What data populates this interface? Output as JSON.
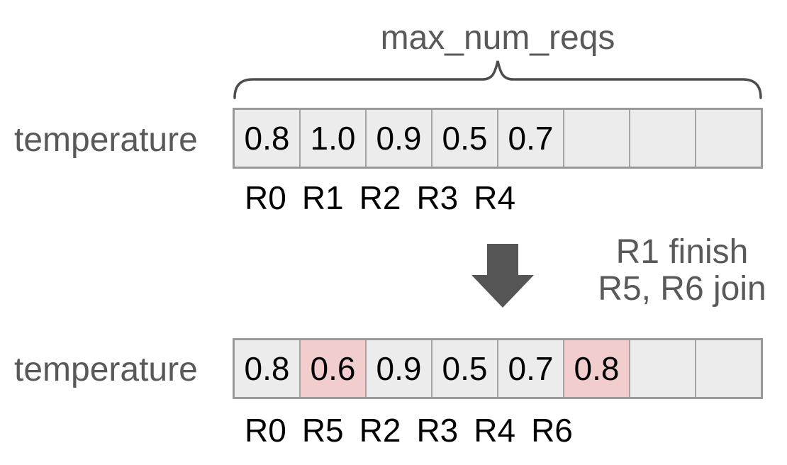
{
  "brace": {
    "label": "max_num_reqs"
  },
  "colors": {
    "cell_bg": "#ececec",
    "cell_highlight": "#f1cecd",
    "inner_border": "#a3a3a3",
    "outer_border": "#999999",
    "gray_text": "#595959",
    "brace_stroke": "#4d4d4d",
    "arrow_fill": "#555555"
  },
  "top_row": {
    "label": "temperature",
    "cells": [
      {
        "value": "0.8",
        "highlight": false
      },
      {
        "value": "1.0",
        "highlight": false
      },
      {
        "value": "0.9",
        "highlight": false
      },
      {
        "value": "0.5",
        "highlight": false
      },
      {
        "value": "0.7",
        "highlight": false
      },
      {
        "value": "",
        "highlight": false
      },
      {
        "value": "",
        "highlight": false
      },
      {
        "value": "",
        "highlight": false
      }
    ],
    "req_labels": [
      "R0",
      "R1",
      "R2",
      "R3",
      "R4"
    ]
  },
  "transition": {
    "arrow_icon": "down-arrow",
    "lines": [
      "R1 finish",
      "R5, R6 join"
    ]
  },
  "bottom_row": {
    "label": "temperature",
    "cells": [
      {
        "value": "0.8",
        "highlight": false
      },
      {
        "value": "0.6",
        "highlight": true
      },
      {
        "value": "0.9",
        "highlight": false
      },
      {
        "value": "0.5",
        "highlight": false
      },
      {
        "value": "0.7",
        "highlight": false
      },
      {
        "value": "0.8",
        "highlight": true
      },
      {
        "value": "",
        "highlight": false
      },
      {
        "value": "",
        "highlight": false
      }
    ],
    "req_labels": [
      "R0",
      "R5",
      "R2",
      "R3",
      "R4",
      "R6"
    ]
  }
}
